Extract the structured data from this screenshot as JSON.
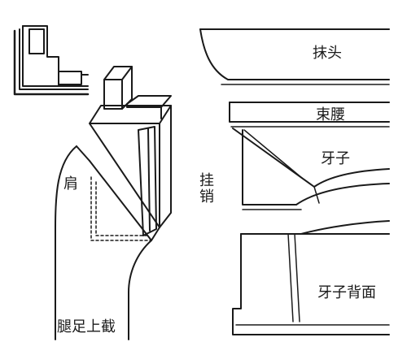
{
  "labels": {
    "top_moulding": "抹头",
    "waist": "束腰",
    "apron": "牙子",
    "apron_back": "牙子背面",
    "hook_pin": "挂销",
    "shoulder": "肩",
    "leg_top": "腿足上截"
  },
  "colors": {
    "ink": "#1a1a1a",
    "paper": "#ffffff"
  }
}
